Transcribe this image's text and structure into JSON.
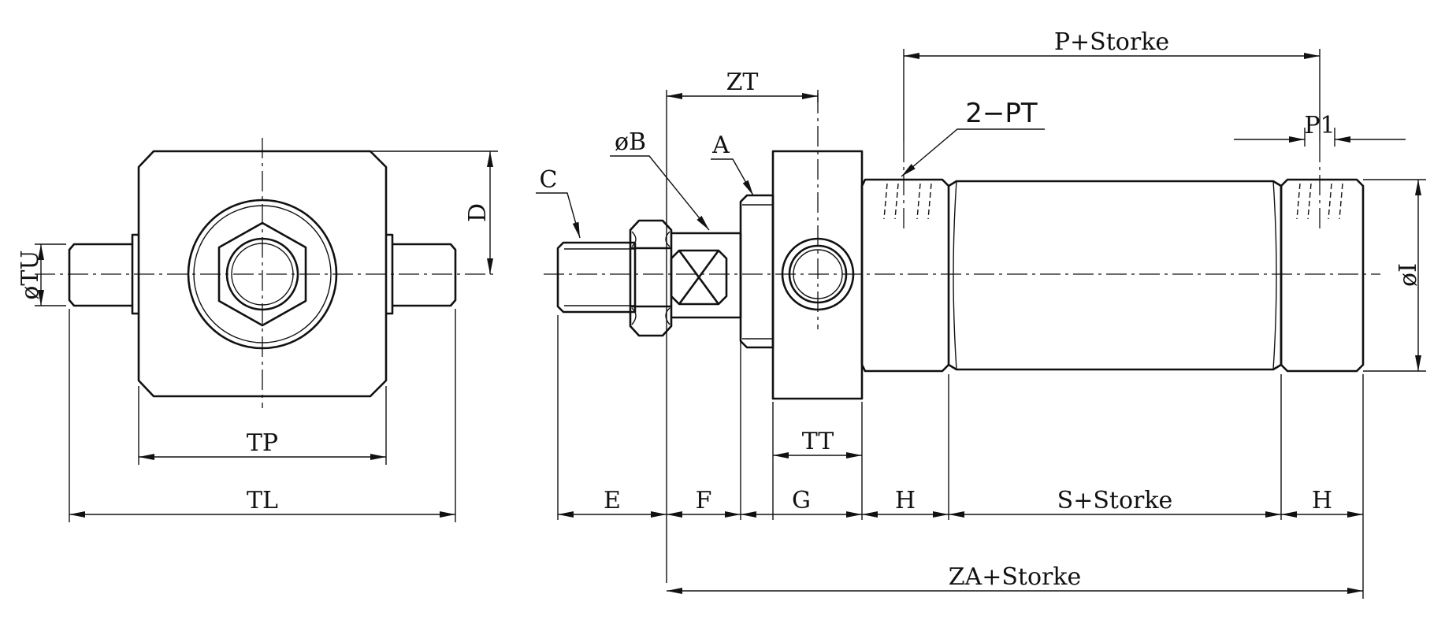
{
  "figure": "pneumatic-cylinder-trunnion-drawing",
  "labels": {
    "front_view": {
      "dia_tu": "øTU",
      "d": "D",
      "tp": "TP",
      "tl": "TL"
    },
    "side_view": {
      "c": "C",
      "dia_b": "øB",
      "a": "A",
      "zt": "ZT",
      "pt": "2−PT",
      "p_storke": "P+Storke",
      "p1": "P1",
      "dia_i": "øI",
      "tt": "TT",
      "e": "E",
      "f": "F",
      "g": "G",
      "h_left": "H",
      "s_storke": "S+Storke",
      "h_right": "H",
      "za_storke": "ZA+Storke"
    }
  }
}
